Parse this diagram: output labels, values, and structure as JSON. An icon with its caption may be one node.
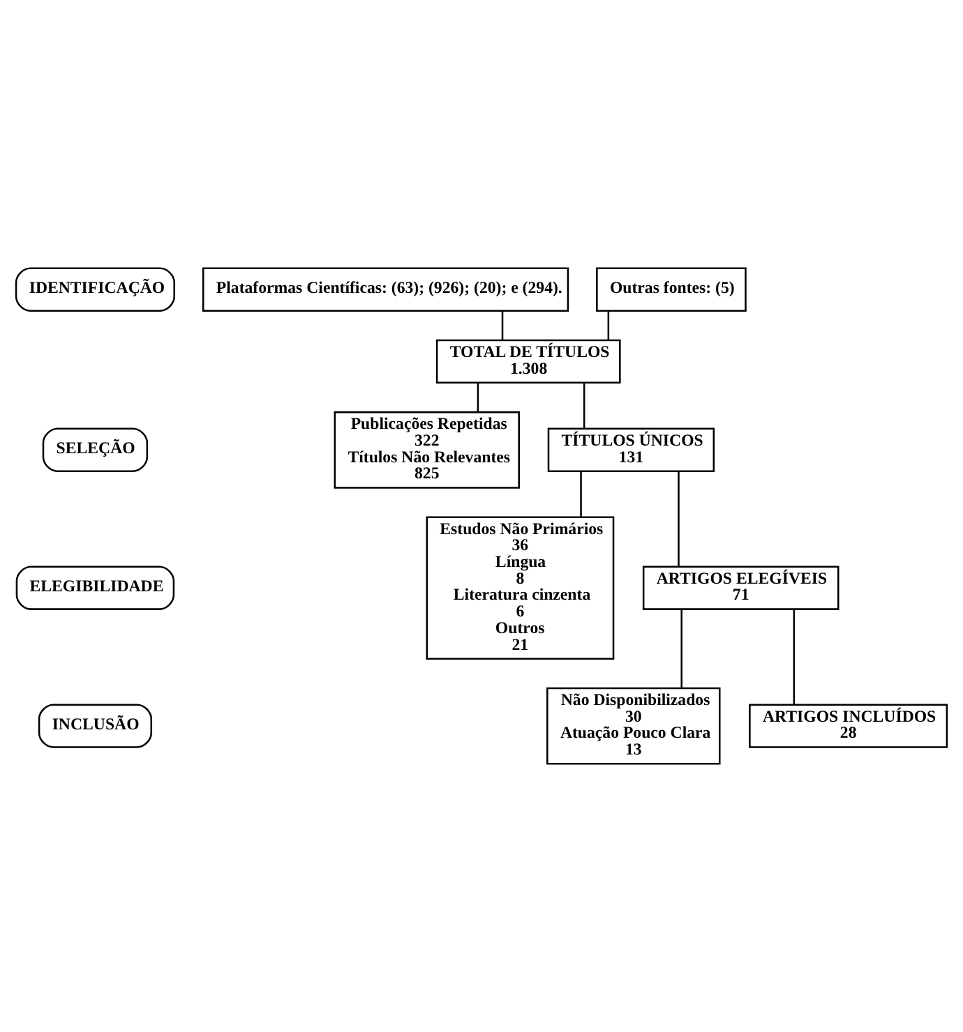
{
  "diagram": {
    "nodes": [
      {
        "text": [
          "IDENTIFICAÇÃO"
        ]
      },
      {
        "text": [
          "SELEÇÃO"
        ]
      },
      {
        "text": [
          "ELEGIBILIDADE"
        ]
      },
      {
        "text": [
          "INCLUSÃO"
        ]
      },
      {
        "text": [
          "Plataformas Científicas: (63); (926); (20); e (294)."
        ]
      },
      {
        "text": [
          "Outras fontes: (5)"
        ]
      },
      {
        "text": [
          "TOTAL DE TÍTULOS",
          "1.308"
        ]
      },
      {
        "text": [
          "Publicações Repetidas",
          "322",
          "Títulos Não Relevantes",
          "825"
        ]
      },
      {
        "text": [
          "TÍTULOS ÚNICOS",
          "131"
        ]
      },
      {
        "text": [
          "Estudos Não Primários",
          "36",
          "Língua",
          "8",
          "Literatura cinzenta",
          "6",
          "Outros",
          "21"
        ]
      },
      {
        "text": [
          "ARTIGOS ELEGÍVEIS",
          "71"
        ]
      },
      {
        "text": [
          "Não Disponibilizados",
          "30",
          "Atuação Pouco Clara",
          "13"
        ]
      },
      {
        "text": [
          "ARTIGOS INCLUÍDOS",
          "28"
        ]
      }
    ],
    "edges": [
      {
        "from": 4,
        "to": 6,
        "arrow": "none"
      },
      {
        "from": 5,
        "to": 6,
        "arrow": "none"
      },
      {
        "from": 6,
        "to": 8,
        "arrow": "none"
      },
      {
        "from": 6,
        "to": 7,
        "arrow": "none"
      },
      {
        "from": 8,
        "to": 10,
        "arrow": "none"
      },
      {
        "from": 8,
        "to": 9,
        "arrow": "none"
      },
      {
        "from": 10,
        "to": 12,
        "arrow": "none"
      },
      {
        "from": 10,
        "to": 11,
        "arrow": "none"
      }
    ]
  }
}
